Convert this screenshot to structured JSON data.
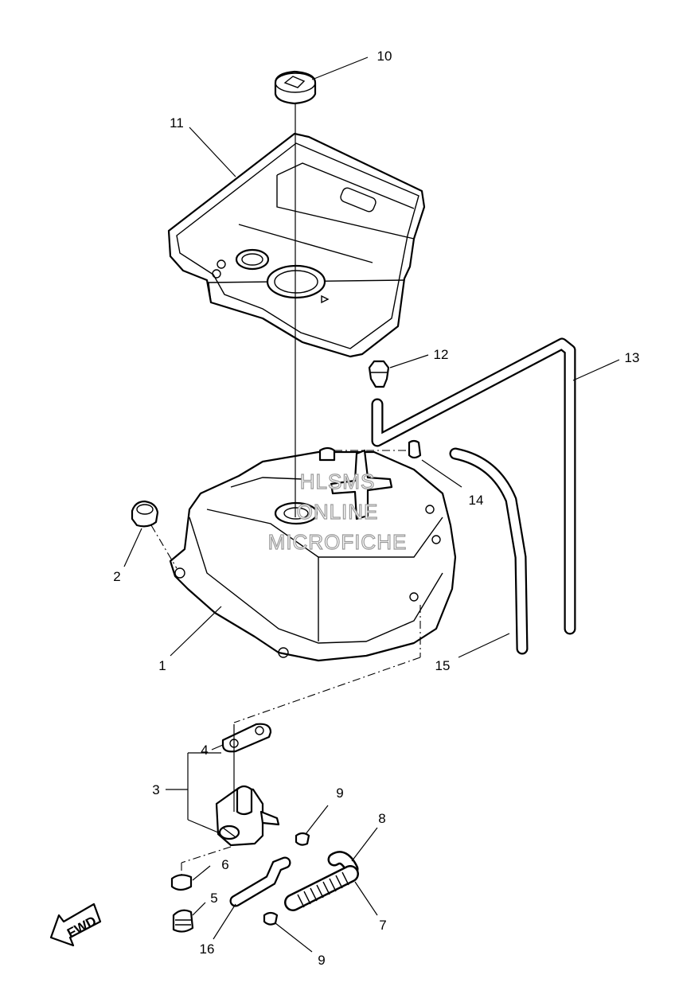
{
  "callouts": [
    {
      "id": "c1",
      "label": "1"
    },
    {
      "id": "c2",
      "label": "2"
    },
    {
      "id": "c3",
      "label": "3"
    },
    {
      "id": "c4",
      "label": "4"
    },
    {
      "id": "c5",
      "label": "5"
    },
    {
      "id": "c6",
      "label": "6"
    },
    {
      "id": "c7",
      "label": "7"
    },
    {
      "id": "c8",
      "label": "8"
    },
    {
      "id": "c9a",
      "label": "9"
    },
    {
      "id": "c9b",
      "label": "9"
    },
    {
      "id": "c10",
      "label": "10"
    },
    {
      "id": "c11",
      "label": "11"
    },
    {
      "id": "c12",
      "label": "12"
    },
    {
      "id": "c13",
      "label": "13"
    },
    {
      "id": "c14",
      "label": "14"
    },
    {
      "id": "c15",
      "label": "15"
    },
    {
      "id": "c16",
      "label": "16"
    }
  ],
  "watermark": {
    "line1": "HLSMS",
    "line2": "ONLINE",
    "line3": "MICROFICHE"
  },
  "direction_label": "FWD"
}
